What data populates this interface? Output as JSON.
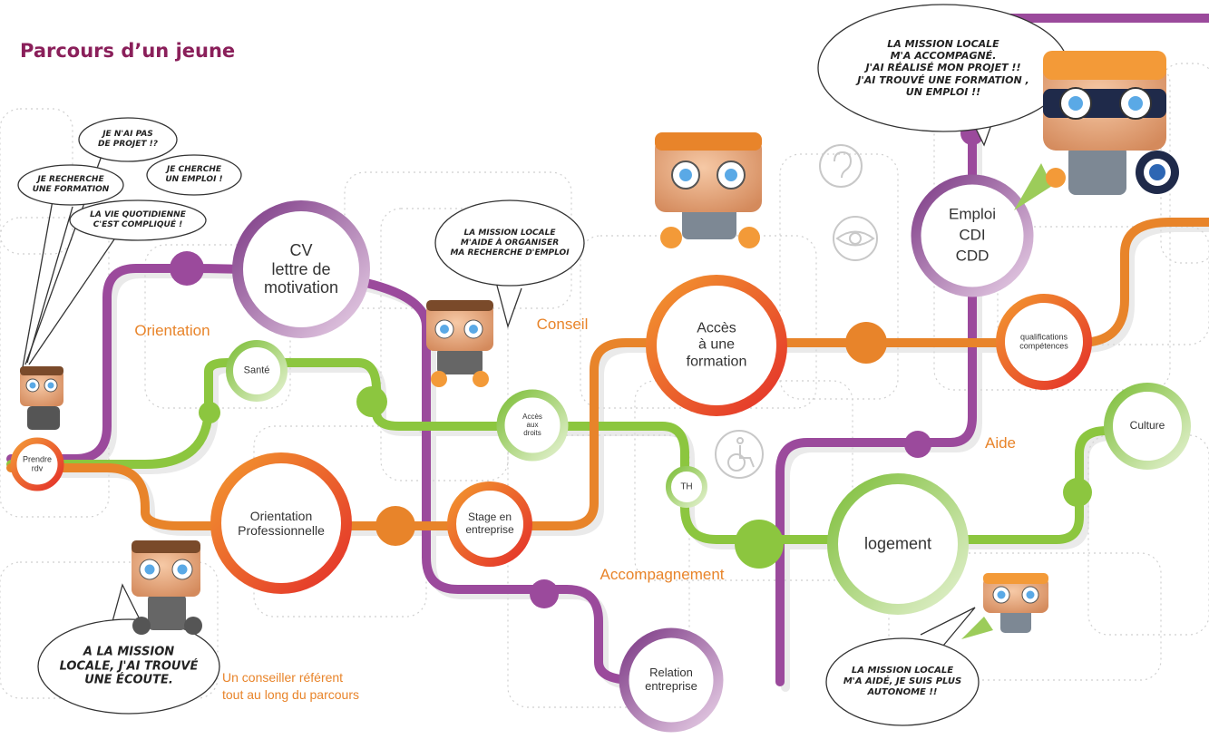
{
  "title": "Parcours d’un jeune",
  "colors": {
    "purple": "#9b4a9c",
    "green": "#8cc63f",
    "orange": "#e8842a",
    "red": "#e63a2e",
    "title": "#8a1f5a",
    "grid": "#cfcfcf"
  },
  "stations": [
    {
      "id": "prendre-rdv",
      "lines": [
        "Prendre",
        "rdv"
      ],
      "ring": "orange",
      "size": "s"
    },
    {
      "id": "cv-lettre",
      "lines": [
        "CV",
        "lettre de",
        "motivation"
      ],
      "ring": "purple",
      "size": "l"
    },
    {
      "id": "sante",
      "lines": [
        "Santé"
      ],
      "ring": "green",
      "size": "s"
    },
    {
      "id": "orientation-pro",
      "lines": [
        "Orientation",
        "Professionnelle"
      ],
      "ring": "orange-red",
      "size": "l"
    },
    {
      "id": "acces-droits",
      "lines": [
        "Accès",
        "aux",
        "droits"
      ],
      "ring": "green",
      "size": "s"
    },
    {
      "id": "stage-entreprise",
      "lines": [
        "Stage en",
        "entreprise"
      ],
      "ring": "orange-red",
      "size": "m"
    },
    {
      "id": "th",
      "lines": [
        "TH"
      ],
      "ring": "green",
      "size": "xs"
    },
    {
      "id": "acces-formation",
      "lines": [
        "Accès",
        "à une",
        "formation"
      ],
      "ring": "orange-red",
      "size": "l"
    },
    {
      "id": "relation-entreprise",
      "lines": [
        "Relation",
        "entreprise"
      ],
      "ring": "purple",
      "size": "m"
    },
    {
      "id": "emploi",
      "lines": [
        "Emploi",
        "CDI",
        "CDD"
      ],
      "ring": "purple",
      "size": "l"
    },
    {
      "id": "logement",
      "lines": [
        "logement"
      ],
      "ring": "green",
      "size": "l"
    },
    {
      "id": "qualifications",
      "lines": [
        "qualifications",
        "compétences"
      ],
      "ring": "orange-red",
      "size": "m"
    },
    {
      "id": "culture",
      "lines": [
        "Culture"
      ],
      "ring": "green",
      "size": "m"
    }
  ],
  "section_labels": [
    "Orientation",
    "Conseil",
    "Aide",
    "Accompagnement"
  ],
  "bubbles": [
    {
      "id": "pas-de-projet",
      "lines": [
        "JE N'AI PAS",
        "DE PROJET !?"
      ]
    },
    {
      "id": "recherche-formation",
      "lines": [
        "JE RECHERCHE",
        "UNE FORMATION"
      ]
    },
    {
      "id": "cherche-emploi",
      "lines": [
        "JE CHERCHE",
        "UN EMPLOI !"
      ]
    },
    {
      "id": "vie-quotidienne",
      "lines": [
        "LA VIE QUOTIDIENNE",
        "C'EST COMPLIQUÉ !"
      ]
    },
    {
      "id": "organiser-recherche",
      "lines": [
        "LA MISSION LOCALE",
        "M'AIDE À ORGANISER",
        "MA RECHERCHE D'EMPLOI"
      ]
    },
    {
      "id": "accompagne",
      "lines": [
        "LA MISSION LOCALE",
        "M'A ACCOMPAGNÉ.",
        "J'AI RÉALISÉ MON PROJET !!",
        "J'AI TROUVÉ UNE FORMATION ,",
        "UN EMPLOI !!"
      ]
    },
    {
      "id": "ecoute",
      "lines": [
        "A LA MISSION",
        "LOCALE, J'AI TROUVÉ",
        "UNE ÉCOUTE."
      ]
    },
    {
      "id": "autonome",
      "lines": [
        "LA MISSION LOCALE",
        "M'A AIDÉ, JE SUIS PLUS",
        "AUTONOME !!"
      ]
    }
  ],
  "footnote": [
    "Un conseiller référent",
    "tout au long du parcours"
  ],
  "icons": [
    "ear-icon",
    "eye-icon",
    "wheelchair-icon"
  ]
}
